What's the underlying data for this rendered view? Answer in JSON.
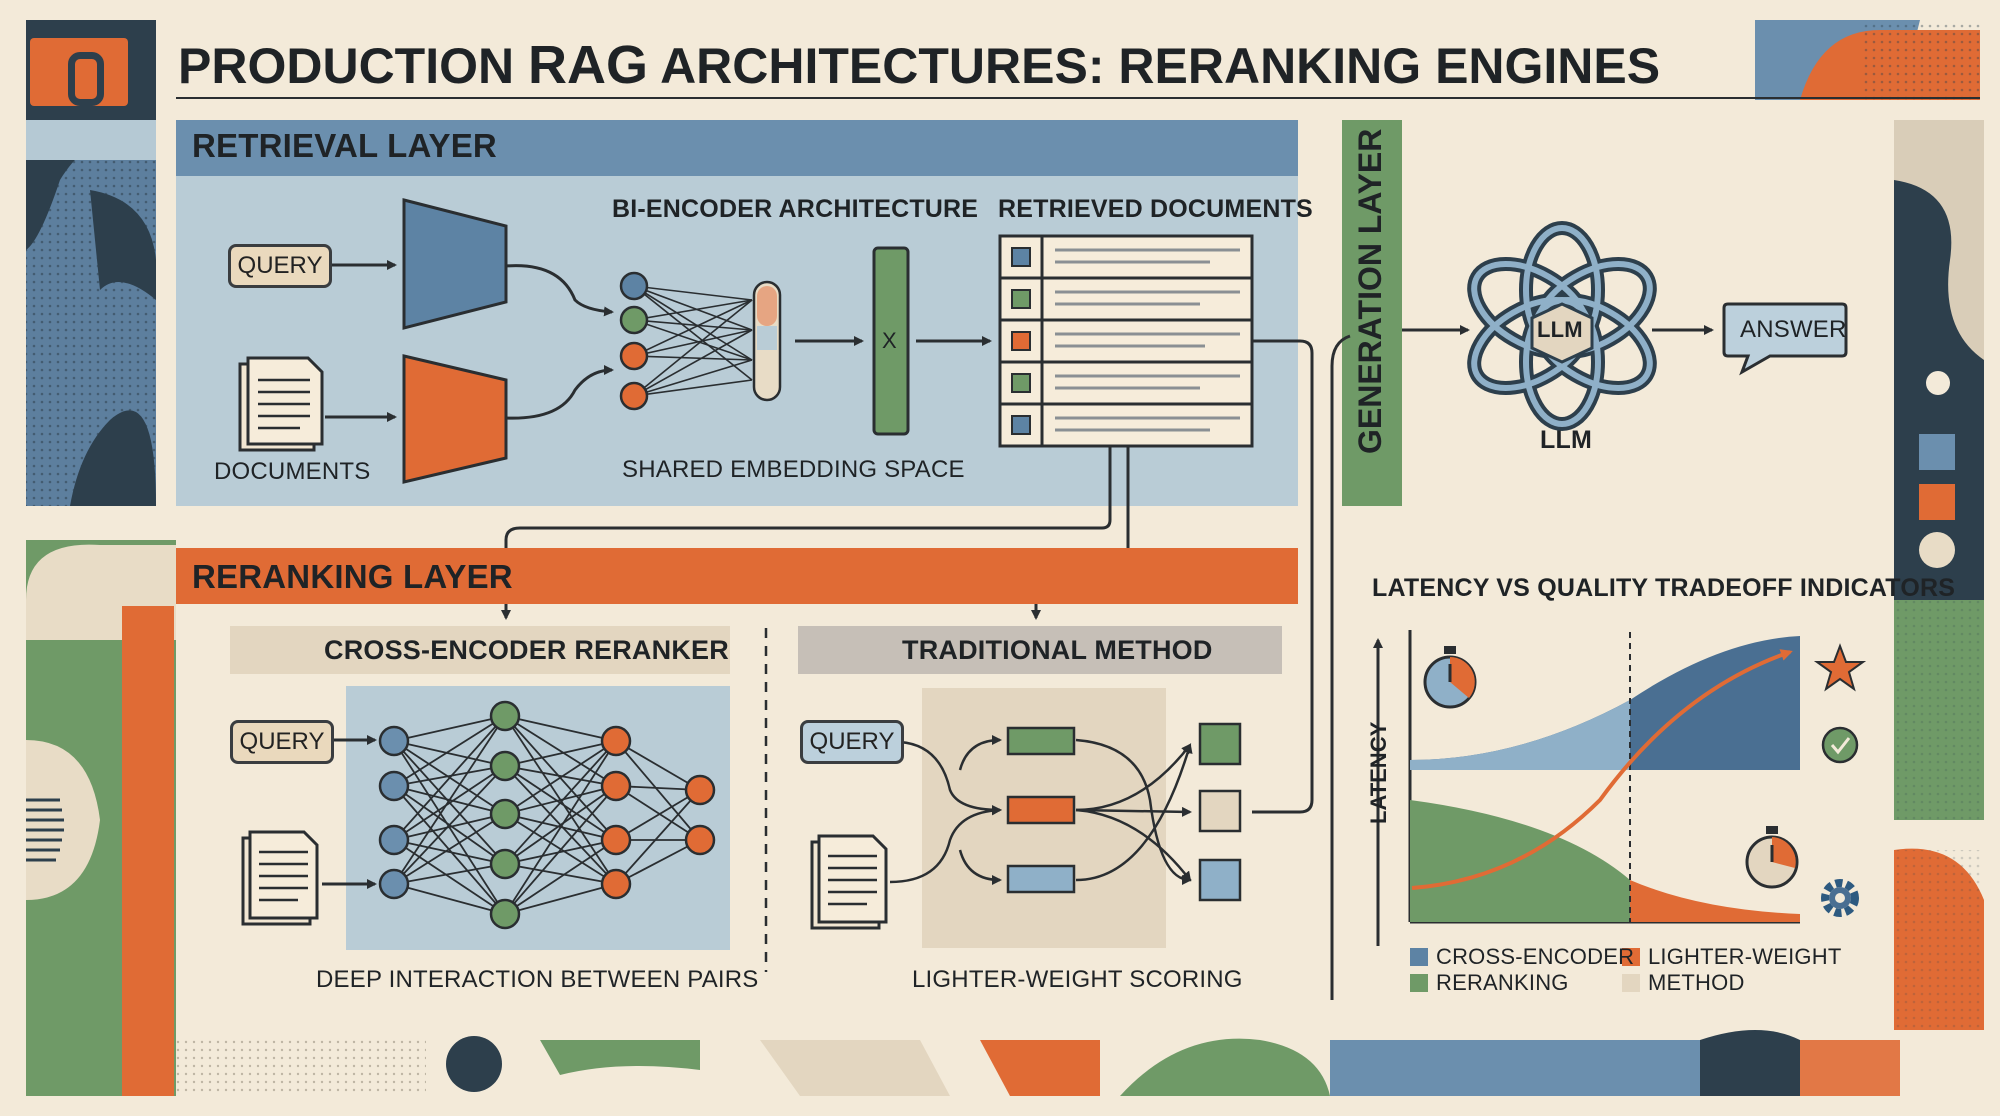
{
  "title": {
    "prefix": "PRODUCTION",
    "emphasis": "RAG",
    "suffix": "ARCHITECTURES: RERANKING ENGINES"
  },
  "retrieval_layer": {
    "heading": "RETRIEVAL LAYER",
    "query_label": "QUERY",
    "documents_label": "DOCUMENTS",
    "bi_encoder_label": "BI-ENCODER ARCHITECTURE",
    "embedding_label": "SHARED EMBEDDING SPACE",
    "multiply_symbol": "X",
    "retrieved_label": "RETRIEVED DOCUMENTS"
  },
  "generation_layer": {
    "heading": "GENERATION LAYER",
    "llm_badge": "LLM",
    "llm_caption": "LLM",
    "answer_label": "ANSWER"
  },
  "reranking_layer": {
    "heading": "RERANKING LAYER",
    "cross_encoder_heading": "CROSS-ENCODER RERANKER",
    "cross_query": "QUERY",
    "cross_caption": "DEEP INTERACTION BETWEEN PAIRS",
    "traditional_heading": "TRADITIONAL METHOD",
    "traditional_query": "QUERY",
    "traditional_caption": "LIGHTER-WEIGHT SCORING"
  },
  "tradeoff_chart": {
    "heading": "LATENCY VS QUALITY TRADEOFF INDICATORS",
    "y_axis": "LATENCY",
    "legend": [
      {
        "label": "CROSS-ENCODER",
        "color": "#5d83a4"
      },
      {
        "label": "RERANKING",
        "color": "#6f9a67"
      },
      {
        "label": "LIGHTER-WEIGHT",
        "color": "#e06b35"
      },
      {
        "label": "METHOD",
        "color": "#e3d6c0"
      }
    ],
    "indicator_icons": [
      "stopwatch-icon",
      "star-icon",
      "check-circle-icon",
      "stopwatch-icon",
      "gear-icon"
    ]
  },
  "colors": {
    "background": "#f3ead9",
    "blue": "#6b8fae",
    "panel_blue": "#b9ccd6",
    "orange": "#e06b35",
    "green": "#6f9a67",
    "navy": "#2d3f4c",
    "beige": "#e3d6c0"
  }
}
